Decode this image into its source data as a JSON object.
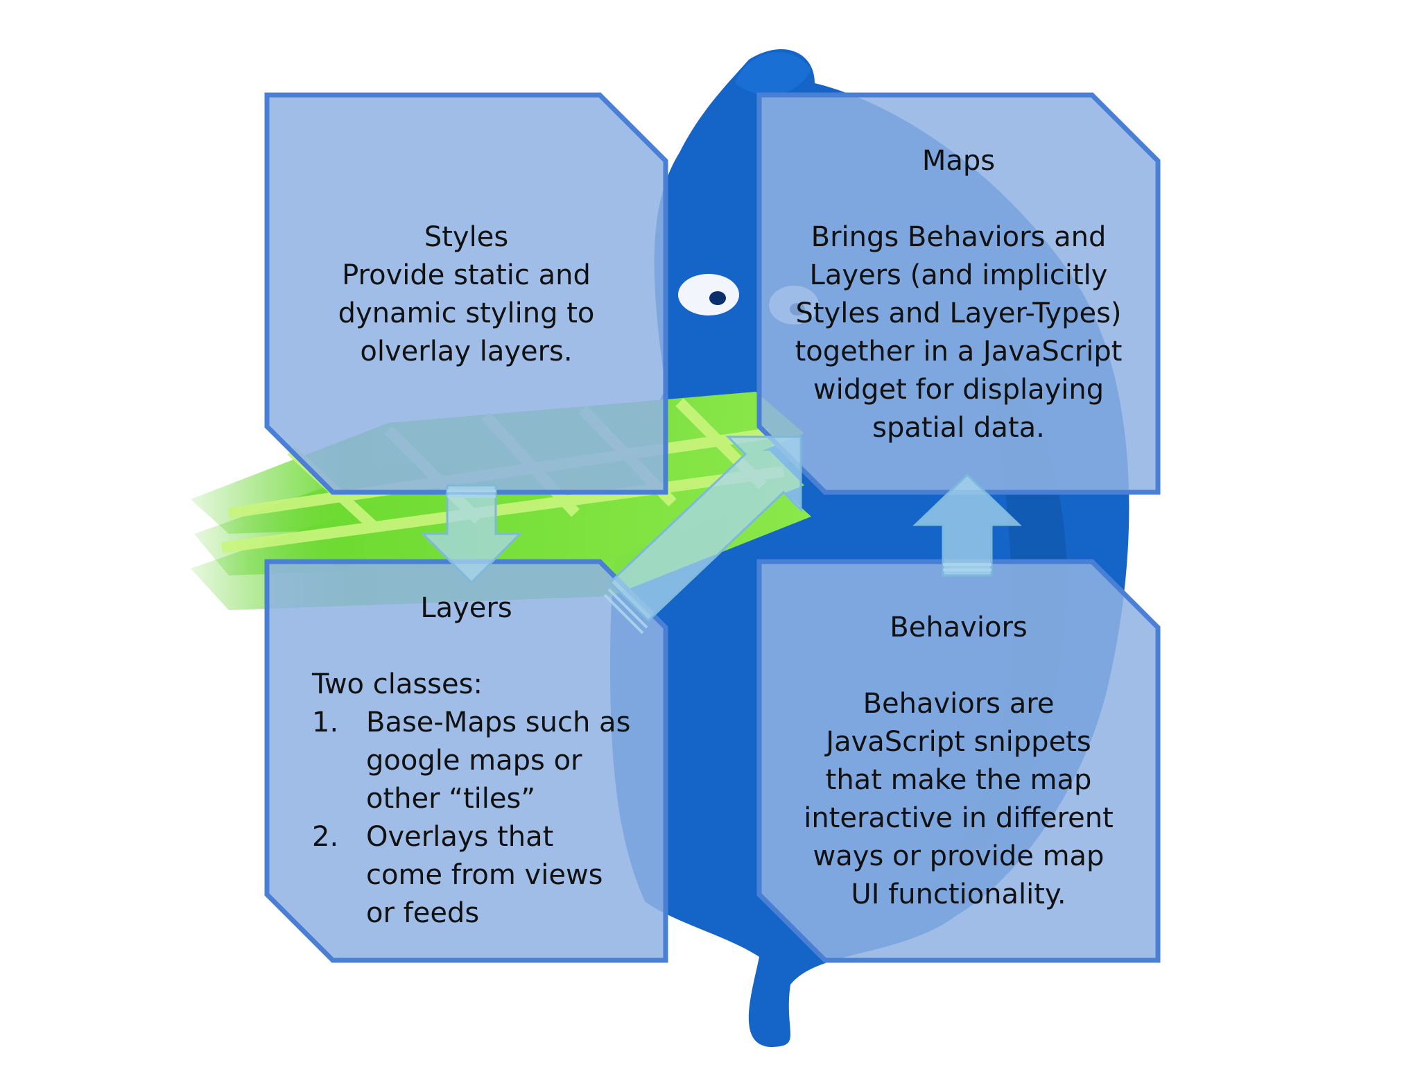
{
  "boxes": {
    "styles": {
      "title": "Styles",
      "lines": [
        "Provide static and",
        "dynamic styling to",
        "olverlay layers."
      ]
    },
    "maps": {
      "title": "Maps",
      "lines": [
        "Brings Behaviors and",
        "Layers (and implicitly",
        "Styles and Layer-Types)",
        "together in a JavaScript",
        "widget for displaying",
        "spatial data."
      ]
    },
    "layers": {
      "title": "Layers",
      "intro": "Two classes:",
      "items": [
        {
          "num": "1.",
          "lines": [
            "Base-Maps such as",
            "google maps or",
            "other “tiles”"
          ]
        },
        {
          "num": "2.",
          "lines": [
            "Overlays that",
            "come from views",
            "or feeds"
          ]
        }
      ]
    },
    "behaviors": {
      "title": "Behaviors",
      "lines": [
        "Behaviors are",
        "JavaScript snippets",
        "that make the map",
        "interactive in different",
        "ways or provide map",
        "UI functionality."
      ]
    }
  },
  "colors": {
    "box_fill": "#8fb2e3",
    "box_border": "#4a7fd6",
    "mascot": "#1565c8",
    "tiles": "#7fe03a",
    "arrow_fill": "#a9d6ec"
  }
}
